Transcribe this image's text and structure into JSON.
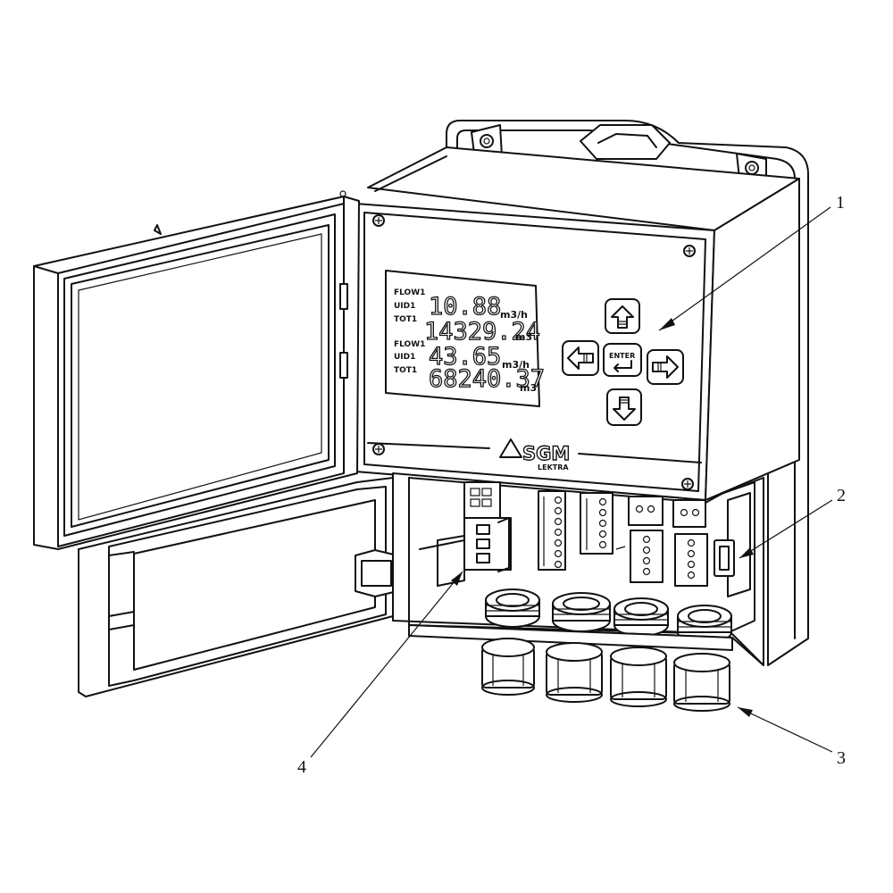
{
  "display": {
    "rows": [
      {
        "label1": "FLOW1",
        "label2": "UID1",
        "value": "10.88",
        "unit": "m3/h"
      },
      {
        "label1": "TOT1",
        "value": "14329.24",
        "unit": "m3"
      },
      {
        "label1": "FLOW1",
        "label2": "UID1",
        "value": "43.65",
        "unit": "m3/h"
      },
      {
        "label1": "TOT1",
        "value": "68240.37",
        "unit": "m3"
      }
    ]
  },
  "keypad": {
    "enter_label": "ENTER"
  },
  "brand": {
    "name": "SGM",
    "sub": "LEKTRA"
  },
  "callouts": [
    "1",
    "2",
    "3",
    "4"
  ]
}
